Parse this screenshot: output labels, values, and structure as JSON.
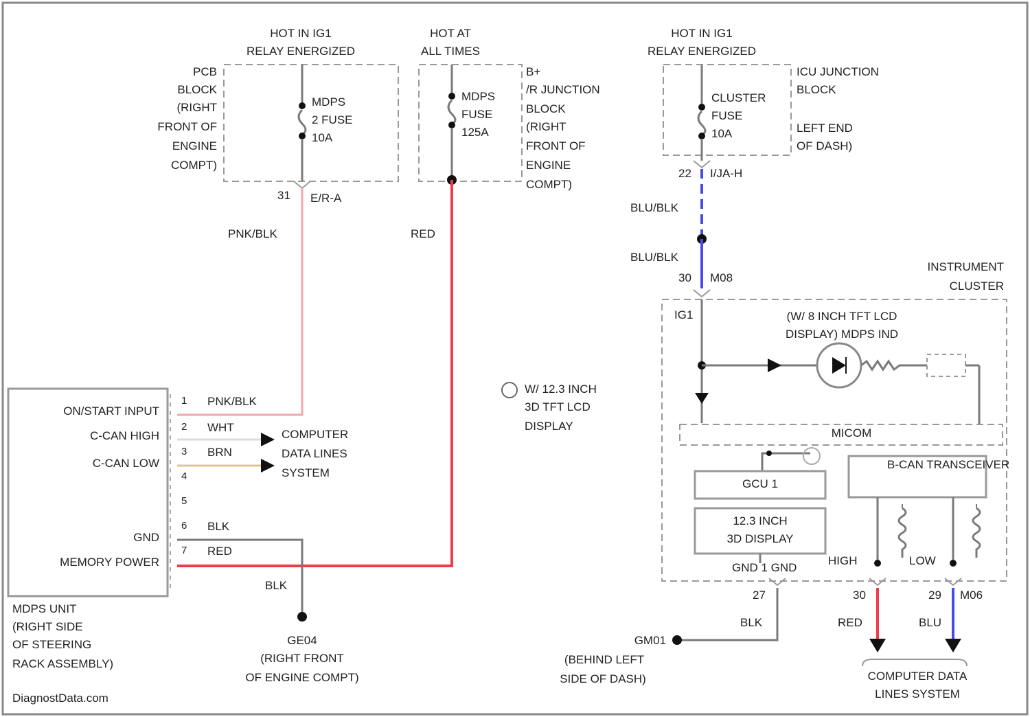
{
  "colors": {
    "wire_gray": "#7a7a7a",
    "wire_pink": "#f4a6ad",
    "wire_red": "#f03a47",
    "wire_blue": "#4a4ae6",
    "wire_yellow": "#d8c79a",
    "frame": "#999999",
    "text": "#222222"
  },
  "left_fuse": {
    "hot": [
      "HOT IN IG1",
      "RELAY ENERGIZED"
    ],
    "location": [
      "PCB",
      "BLOCK",
      "(RIGHT",
      "FRONT OF",
      "ENGINE",
      "COMPT)"
    ],
    "fuse": [
      "MDPS",
      "2 FUSE",
      "10A"
    ],
    "pin": "31",
    "connector": "E/R-A",
    "wire": "PNK/BLK"
  },
  "mid_fuse": {
    "hot": [
      "HOT AT",
      "ALL TIMES"
    ],
    "location": [
      "B+",
      "/R JUNCTION",
      "BLOCK",
      "(RIGHT",
      "FRONT OF",
      "ENGINE",
      "COMPT)"
    ],
    "fuse": [
      "MDPS",
      "FUSE",
      "125A"
    ],
    "wire": "RED"
  },
  "right_fuse": {
    "hot": [
      "HOT IN IG1",
      "RELAY ENERGIZED"
    ],
    "location": [
      "ICU JUNCTION",
      "BLOCK",
      "LEFT END",
      "OF DASH)"
    ],
    "fuse": [
      "CLUSTER",
      "FUSE",
      "10A"
    ],
    "pin_top": "22",
    "connector_top": "I/JA-H",
    "wire1": "BLU/BLK",
    "wire2": "BLU/BLK",
    "pin2": "30",
    "connector2": "M08"
  },
  "mdps_unit": {
    "pins": [
      {
        "num": "1",
        "label": "ON/START INPUT",
        "wire": "PNK/BLK"
      },
      {
        "num": "2",
        "label": "C-CAN HIGH",
        "wire": "WHT"
      },
      {
        "num": "3",
        "label": "C-CAN LOW",
        "wire": "BRN"
      },
      {
        "num": "4",
        "label": "",
        "wire": ""
      },
      {
        "num": "5",
        "label": "",
        "wire": ""
      },
      {
        "num": "6",
        "label": "GND",
        "wire": "BLK"
      },
      {
        "num": "7",
        "label": "MEMORY POWER",
        "wire": "RED"
      }
    ],
    "name": [
      "MDPS UNIT",
      "(RIGHT SIDE",
      "OF STEERING",
      "RACK ASSEMBLY)"
    ],
    "comp_lines": [
      "COMPUTER",
      "DATA LINES",
      "SYSTEM"
    ],
    "gnd_wire": "BLK",
    "ground": [
      "GE04",
      "(RIGHT FRONT",
      "OF ENGINE COMPT)"
    ]
  },
  "note": [
    "W/ 12.3 INCH",
    "3D TFT LCD",
    "DISPLAY"
  ],
  "cluster": {
    "title": [
      "INSTRUMENT",
      "CLUSTER"
    ],
    "ig1": "IG1",
    "display": [
      "(W/ 8 INCH TFT LCD",
      "DISPLAY) MDPS IND"
    ],
    "micom": "MICOM",
    "b_can": "B-CAN TRANSCEIVER",
    "gcu": "GCU 1",
    "display3d": [
      "12.3 INCH",
      "3D DISPLAY"
    ],
    "gnd_label": "GND 1 GND",
    "high": "HIGH",
    "low": "LOW",
    "pin_gnd": "27",
    "pin_high": "30",
    "pin_low": "29",
    "conn_low": "M06",
    "wire_gnd": "BLK",
    "wire_high": "RED",
    "wire_low": "BLU",
    "ground": [
      "GM01",
      "(BEHIND LEFT",
      "SIDE OF DASH)"
    ],
    "comp_lines": [
      "COMPUTER DATA",
      "LINES SYSTEM"
    ]
  },
  "watermark": "DiagnostData.com"
}
